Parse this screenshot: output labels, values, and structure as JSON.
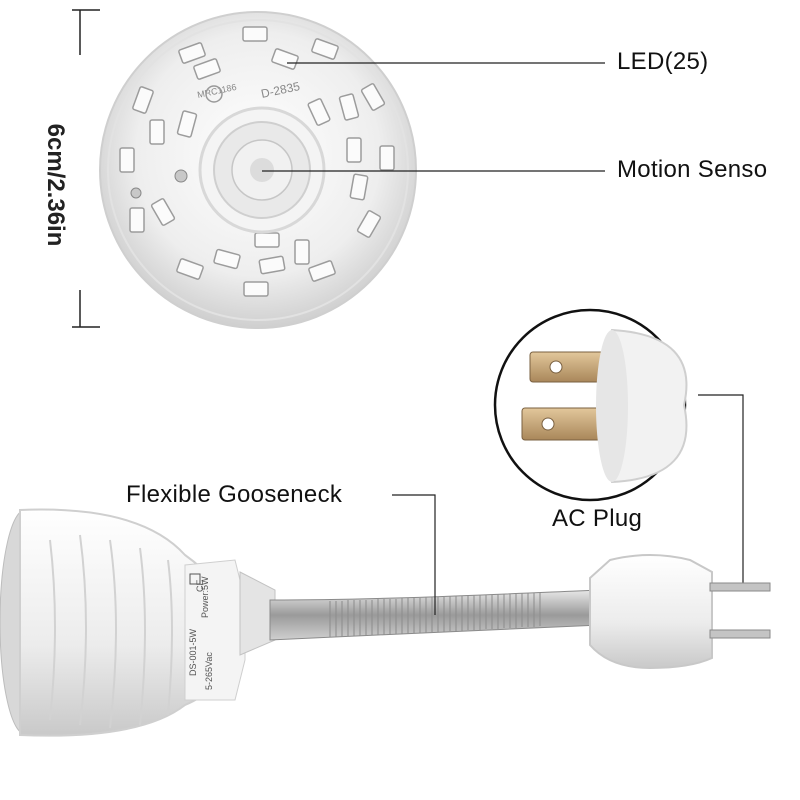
{
  "labels": {
    "dimension": "6cm/2.36in",
    "led": "LED(25)",
    "motion_sensor": "Motion Senso",
    "gooseneck": "Flexible Gooseneck",
    "ac_plug": "AC Plug"
  },
  "printed_marks": {
    "board_code": "MRC1186",
    "led_type": "D-2835",
    "model": "DS-001-5W",
    "power": "Power:5W",
    "voltage": "5-265Vac",
    "cert": "CE"
  },
  "colors": {
    "line": "#222222",
    "body_white": "#f3f3f3",
    "shade": "#d6d6d6",
    "metal": "#b8b8b8",
    "prong": "#c9a77a"
  }
}
